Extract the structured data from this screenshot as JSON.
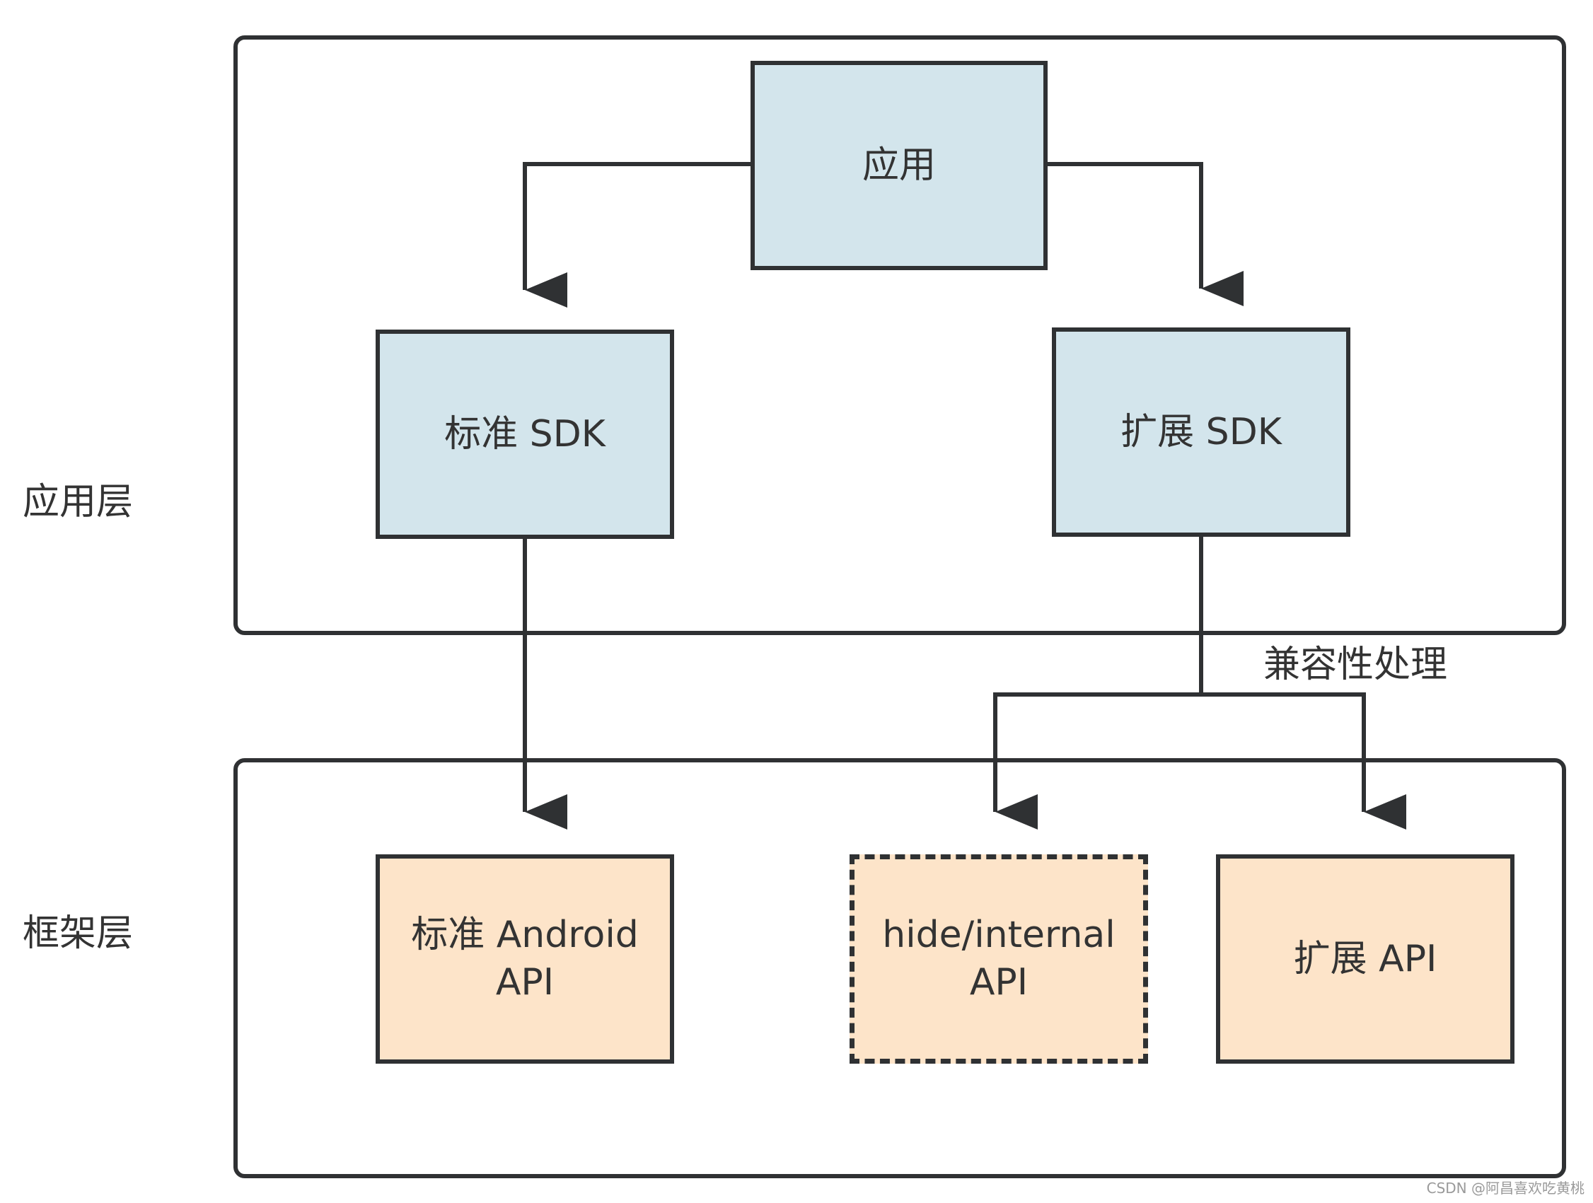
{
  "layers": {
    "app": {
      "label": "应用层"
    },
    "framework": {
      "label": "框架层"
    }
  },
  "nodes": {
    "app": "应用",
    "standard_sdk": "标准 SDK",
    "extension_sdk": "扩展 SDK",
    "standard_android_api": "标准 Android\nAPI",
    "hide_internal_api": "hide/internal\nAPI",
    "extension_api": "扩展 API"
  },
  "edge_labels": {
    "compat": "兼容性处理"
  },
  "watermark": "CSDN @阿昌喜欢吃黄桃",
  "colors": {
    "app_fill": "#d3e5ec",
    "framework_fill": "#fde4c9",
    "stroke": "#2f3133"
  }
}
